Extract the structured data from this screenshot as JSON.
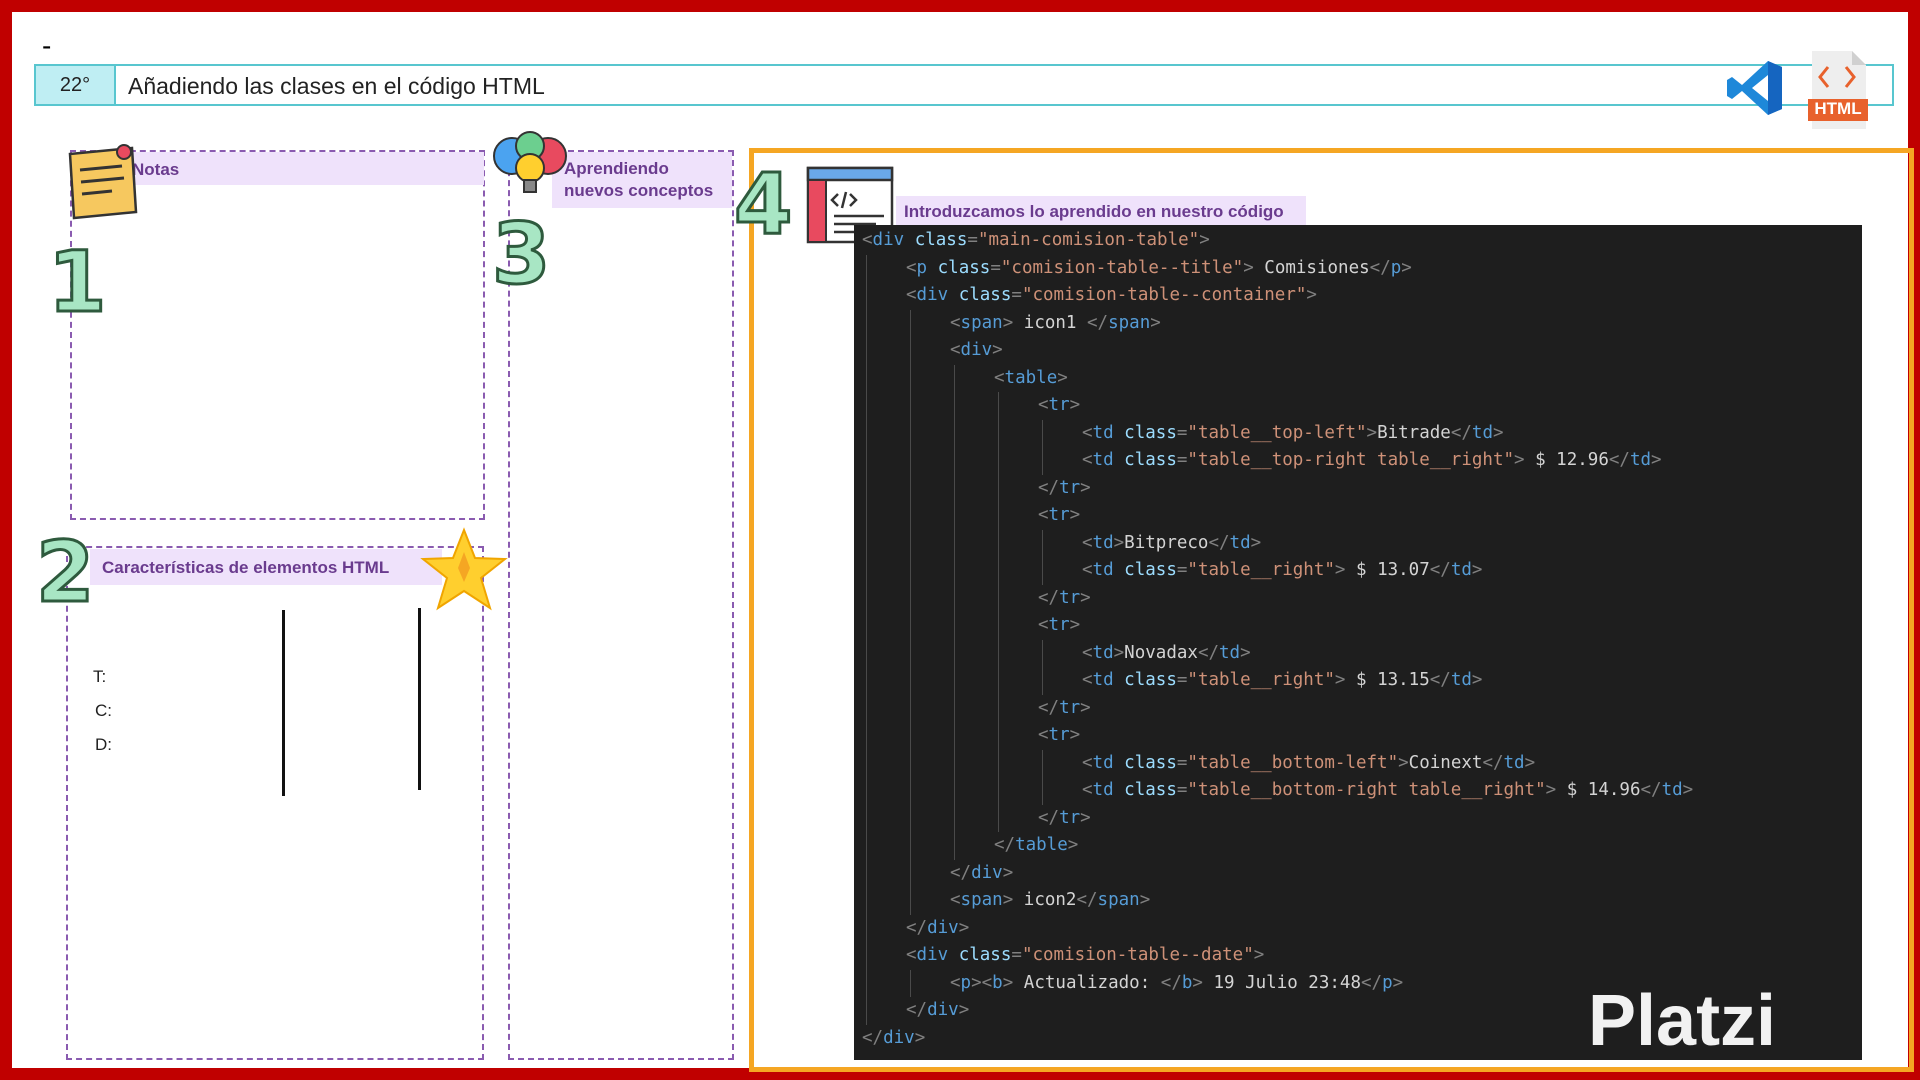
{
  "header": {
    "dash": "-",
    "lesson_number": "22°",
    "lesson_title": "Añadiendo las clases en el código HTML",
    "html_badge": "HTML"
  },
  "sections": {
    "notes_label": "Notas",
    "concepts_label_line1": "Aprendiendo",
    "concepts_label_line2": "nuevos conceptos",
    "features_label": "Características de elementos HTML",
    "code_label": "Introduzcamos lo aprendido en nuestro código",
    "num_1": "1",
    "num_2": "2",
    "num_3": "3",
    "num_4": "4"
  },
  "features": {
    "t_label": "T:",
    "c_label": "C:",
    "d_label": "D:"
  },
  "watermark": "Platzi",
  "colors": {
    "frame": "#c00000",
    "header_border": "#58c6cf",
    "number_fill": "#a8e6c4",
    "panel_dash": "#8a5bb0",
    "label_bg": "#efe2fb",
    "orange_border": "#f5a623",
    "code_bg": "#1e1e1e"
  },
  "code_lines": [
    {
      "indent": 0,
      "tokens": [
        [
          "t",
          "<"
        ],
        [
          "n",
          "div"
        ],
        [
          "s",
          " "
        ],
        [
          "a",
          "class"
        ],
        [
          "t",
          "="
        ],
        [
          "q",
          "\"main-comision-table\""
        ],
        [
          "t",
          ">"
        ]
      ]
    },
    {
      "indent": 1,
      "tokens": [
        [
          "t",
          "<"
        ],
        [
          "n",
          "p"
        ],
        [
          "s",
          " "
        ],
        [
          "a",
          "class"
        ],
        [
          "t",
          "="
        ],
        [
          "q",
          "\"comision-table--title\""
        ],
        [
          "t",
          ">"
        ],
        [
          "x",
          " Comisiones"
        ],
        [
          "t",
          "</"
        ],
        [
          "n",
          "p"
        ],
        [
          "t",
          ">"
        ]
      ]
    },
    {
      "indent": 1,
      "tokens": [
        [
          "t",
          "<"
        ],
        [
          "n",
          "div"
        ],
        [
          "s",
          " "
        ],
        [
          "a",
          "class"
        ],
        [
          "t",
          "="
        ],
        [
          "q",
          "\"comision-table--container\""
        ],
        [
          "t",
          ">"
        ]
      ]
    },
    {
      "indent": 2,
      "tokens": [
        [
          "t",
          "<"
        ],
        [
          "n",
          "span"
        ],
        [
          "t",
          ">"
        ],
        [
          "x",
          " icon1 "
        ],
        [
          "t",
          "</"
        ],
        [
          "n",
          "span"
        ],
        [
          "t",
          ">"
        ]
      ]
    },
    {
      "indent": 2,
      "tokens": [
        [
          "t",
          "<"
        ],
        [
          "n",
          "div"
        ],
        [
          "t",
          ">"
        ]
      ]
    },
    {
      "indent": 3,
      "tokens": [
        [
          "t",
          "<"
        ],
        [
          "n",
          "table"
        ],
        [
          "t",
          ">"
        ]
      ]
    },
    {
      "indent": 4,
      "tokens": [
        [
          "t",
          "<"
        ],
        [
          "n",
          "tr"
        ],
        [
          "t",
          ">"
        ]
      ]
    },
    {
      "indent": 5,
      "tokens": [
        [
          "t",
          "<"
        ],
        [
          "n",
          "td"
        ],
        [
          "s",
          " "
        ],
        [
          "a",
          "class"
        ],
        [
          "t",
          "="
        ],
        [
          "q",
          "\"table__top-left\""
        ],
        [
          "t",
          ">"
        ],
        [
          "x",
          "Bitrade"
        ],
        [
          "t",
          "</"
        ],
        [
          "n",
          "td"
        ],
        [
          "t",
          ">"
        ]
      ]
    },
    {
      "indent": 5,
      "tokens": [
        [
          "t",
          "<"
        ],
        [
          "n",
          "td"
        ],
        [
          "s",
          " "
        ],
        [
          "a",
          "class"
        ],
        [
          "t",
          "="
        ],
        [
          "q",
          "\"table__top-right table__right\""
        ],
        [
          "t",
          ">"
        ],
        [
          "x",
          " $ 12.96"
        ],
        [
          "t",
          "</"
        ],
        [
          "n",
          "td"
        ],
        [
          "t",
          ">"
        ]
      ]
    },
    {
      "indent": 4,
      "tokens": [
        [
          "t",
          "</"
        ],
        [
          "n",
          "tr"
        ],
        [
          "t",
          ">"
        ]
      ]
    },
    {
      "indent": 4,
      "tokens": [
        [
          "t",
          "<"
        ],
        [
          "n",
          "tr"
        ],
        [
          "t",
          ">"
        ]
      ]
    },
    {
      "indent": 5,
      "tokens": [
        [
          "t",
          "<"
        ],
        [
          "n",
          "td"
        ],
        [
          "t",
          ">"
        ],
        [
          "x",
          "Bitpreco"
        ],
        [
          "t",
          "</"
        ],
        [
          "n",
          "td"
        ],
        [
          "t",
          ">"
        ]
      ]
    },
    {
      "indent": 5,
      "tokens": [
        [
          "t",
          "<"
        ],
        [
          "n",
          "td"
        ],
        [
          "s",
          " "
        ],
        [
          "a",
          "class"
        ],
        [
          "t",
          "="
        ],
        [
          "q",
          "\"table__right\""
        ],
        [
          "t",
          ">"
        ],
        [
          "x",
          " $ 13.07"
        ],
        [
          "t",
          "</"
        ],
        [
          "n",
          "td"
        ],
        [
          "t",
          ">"
        ]
      ]
    },
    {
      "indent": 4,
      "tokens": [
        [
          "t",
          "</"
        ],
        [
          "n",
          "tr"
        ],
        [
          "t",
          ">"
        ]
      ]
    },
    {
      "indent": 4,
      "tokens": [
        [
          "t",
          "<"
        ],
        [
          "n",
          "tr"
        ],
        [
          "t",
          ">"
        ]
      ]
    },
    {
      "indent": 5,
      "tokens": [
        [
          "t",
          "<"
        ],
        [
          "n",
          "td"
        ],
        [
          "t",
          ">"
        ],
        [
          "x",
          "Novadax"
        ],
        [
          "t",
          "</"
        ],
        [
          "n",
          "td"
        ],
        [
          "t",
          ">"
        ]
      ]
    },
    {
      "indent": 5,
      "tokens": [
        [
          "t",
          "<"
        ],
        [
          "n",
          "td"
        ],
        [
          "s",
          " "
        ],
        [
          "a",
          "class"
        ],
        [
          "t",
          "="
        ],
        [
          "q",
          "\"table__right\""
        ],
        [
          "t",
          ">"
        ],
        [
          "x",
          " $ 13.15"
        ],
        [
          "t",
          "</"
        ],
        [
          "n",
          "td"
        ],
        [
          "t",
          ">"
        ]
      ]
    },
    {
      "indent": 4,
      "tokens": [
        [
          "t",
          "</"
        ],
        [
          "n",
          "tr"
        ],
        [
          "t",
          ">"
        ]
      ]
    },
    {
      "indent": 4,
      "tokens": [
        [
          "t",
          "<"
        ],
        [
          "n",
          "tr"
        ],
        [
          "t",
          ">"
        ]
      ]
    },
    {
      "indent": 5,
      "tokens": [
        [
          "t",
          "<"
        ],
        [
          "n",
          "td"
        ],
        [
          "s",
          " "
        ],
        [
          "a",
          "class"
        ],
        [
          "t",
          "="
        ],
        [
          "q",
          "\"table__bottom-left\""
        ],
        [
          "t",
          ">"
        ],
        [
          "x",
          "Coinext"
        ],
        [
          "t",
          "</"
        ],
        [
          "n",
          "td"
        ],
        [
          "t",
          ">"
        ]
      ]
    },
    {
      "indent": 5,
      "tokens": [
        [
          "t",
          "<"
        ],
        [
          "n",
          "td"
        ],
        [
          "s",
          " "
        ],
        [
          "a",
          "class"
        ],
        [
          "t",
          "="
        ],
        [
          "q",
          "\"table__bottom-right table__right\""
        ],
        [
          "t",
          ">"
        ],
        [
          "x",
          " $ 14.96"
        ],
        [
          "t",
          "</"
        ],
        [
          "n",
          "td"
        ],
        [
          "t",
          ">"
        ]
      ]
    },
    {
      "indent": 4,
      "tokens": [
        [
          "t",
          "</"
        ],
        [
          "n",
          "tr"
        ],
        [
          "t",
          ">"
        ]
      ]
    },
    {
      "indent": 3,
      "tokens": [
        [
          "t",
          "</"
        ],
        [
          "n",
          "table"
        ],
        [
          "t",
          ">"
        ]
      ]
    },
    {
      "indent": 2,
      "tokens": [
        [
          "t",
          "</"
        ],
        [
          "n",
          "div"
        ],
        [
          "t",
          ">"
        ]
      ]
    },
    {
      "indent": 2,
      "tokens": [
        [
          "t",
          "<"
        ],
        [
          "n",
          "span"
        ],
        [
          "t",
          ">"
        ],
        [
          "x",
          " icon2"
        ],
        [
          "t",
          "</"
        ],
        [
          "n",
          "span"
        ],
        [
          "t",
          ">"
        ]
      ]
    },
    {
      "indent": 1,
      "tokens": [
        [
          "t",
          "</"
        ],
        [
          "n",
          "div"
        ],
        [
          "t",
          ">"
        ]
      ]
    },
    {
      "indent": 1,
      "tokens": [
        [
          "t",
          "<"
        ],
        [
          "n",
          "div"
        ],
        [
          "s",
          " "
        ],
        [
          "a",
          "class"
        ],
        [
          "t",
          "="
        ],
        [
          "q",
          "\"comision-table--date\""
        ],
        [
          "t",
          ">"
        ]
      ]
    },
    {
      "indent": 2,
      "tokens": [
        [
          "t",
          "<"
        ],
        [
          "n",
          "p"
        ],
        [
          "t",
          "><"
        ],
        [
          "n",
          "b"
        ],
        [
          "t",
          ">"
        ],
        [
          "x",
          " Actualizado: "
        ],
        [
          "t",
          "</"
        ],
        [
          "n",
          "b"
        ],
        [
          "t",
          ">"
        ],
        [
          "x",
          " 19 Julio 23:48"
        ],
        [
          "t",
          "</"
        ],
        [
          "n",
          "p"
        ],
        [
          "t",
          ">"
        ]
      ]
    },
    {
      "indent": 1,
      "tokens": [
        [
          "t",
          "</"
        ],
        [
          "n",
          "div"
        ],
        [
          "t",
          ">"
        ]
      ]
    },
    {
      "indent": 0,
      "tokens": [
        [
          "t",
          "</"
        ],
        [
          "n",
          "div"
        ],
        [
          "t",
          ">"
        ]
      ]
    }
  ]
}
